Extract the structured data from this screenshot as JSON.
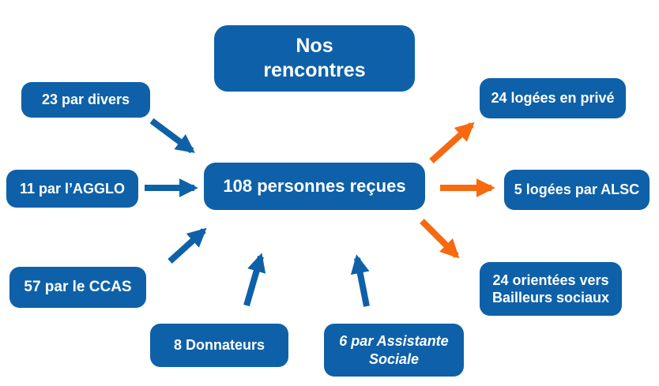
{
  "colors": {
    "box-blue": "#0E61A8",
    "arrow-blue": "#0E61A8",
    "arrow-orange": "#F8690F",
    "text": "#FFFFFF",
    "background": "#FFFFFF"
  },
  "diagram": {
    "title": "Nos\nrencontres",
    "center": {
      "label": "108 personnes reçues"
    },
    "sources": [
      {
        "label": "23 par divers"
      },
      {
        "label": "11 par l’AGGLO"
      },
      {
        "label": "57 par le CCAS"
      },
      {
        "label": "8 Donnateurs"
      },
      {
        "label": "6 par Assistante\nSociale"
      }
    ],
    "outcomes": [
      {
        "label": "24 logées en privé"
      },
      {
        "label": "5 logées par ALSC"
      },
      {
        "label": "24 orientées vers\nBailleurs sociaux"
      }
    ]
  }
}
